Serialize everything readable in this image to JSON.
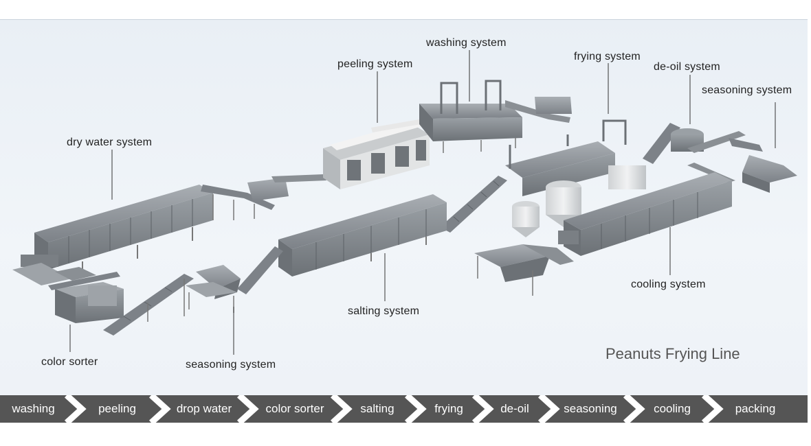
{
  "title": "Peanuts Frying Line",
  "callouts": {
    "washing": "washing system",
    "peeling": "peeling system",
    "frying": "frying system",
    "deoil": "de-oil system",
    "seasoning_top": "seasoning system",
    "dry_water": "dry water system",
    "color_sorter": "color sorter",
    "seasoning_bottom": "seasoning system",
    "salting": "salting system",
    "cooling": "cooling system"
  },
  "process_steps": [
    "washing",
    "peeling",
    "drop water",
    "color sorter",
    "salting",
    "frying",
    "de-oil",
    "seasoning",
    "cooling",
    "packing"
  ],
  "colors": {
    "bar": "#555555",
    "chevron": "#ffffff",
    "machine": "#8a8f94",
    "machine_light": "#b9bec3",
    "machine_dark": "#5f6368",
    "leader": "#333333",
    "tank": "#d9dadb"
  }
}
